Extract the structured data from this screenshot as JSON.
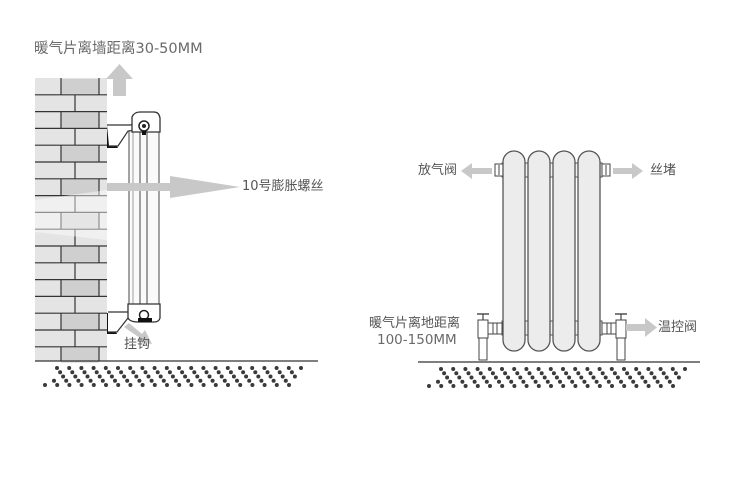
{
  "diagram": {
    "left_panel": {
      "wall_distance_label": "暖气片离墙距离30-50MM",
      "screw_label": "10号膨胀螺丝",
      "hook_label": "挂钩"
    },
    "right_panel": {
      "air_valve_label": "放气阀",
      "plug_label": "丝堵",
      "floor_distance_label_line1": "暖气片离地距离",
      "floor_distance_label_line2": "100-150MM",
      "thermostatic_valve_label": "温控阀"
    },
    "colors": {
      "brick_light": "#e4e4e4",
      "brick_dark": "#cfcfcf",
      "mortar": "#333333",
      "arrow": "#c8c8c8",
      "radiator_fill": "#ececec",
      "outline": "#555555",
      "ground_dot": "#3a3a3a"
    }
  }
}
